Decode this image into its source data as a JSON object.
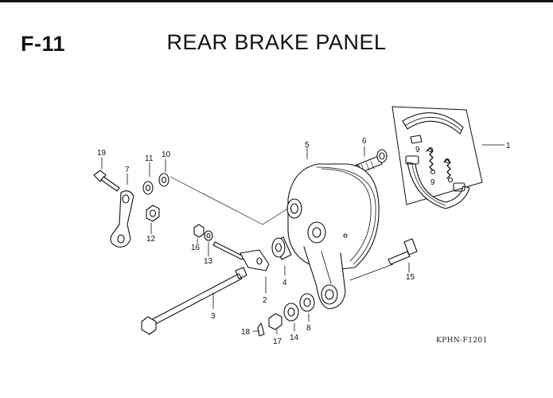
{
  "header": {
    "section_code": "F-11",
    "title": "REAR BRAKE PANEL"
  },
  "footer": {
    "reference_code": "KPHN-F1201"
  },
  "callouts": [
    {
      "id": "c1",
      "label": "1"
    },
    {
      "id": "c2",
      "label": "2"
    },
    {
      "id": "c3",
      "label": "3"
    },
    {
      "id": "c4",
      "label": "4"
    },
    {
      "id": "c5",
      "label": "5"
    },
    {
      "id": "c6",
      "label": "6"
    },
    {
      "id": "c7",
      "label": "7"
    },
    {
      "id": "c8",
      "label": "8"
    },
    {
      "id": "c9a",
      "label": "9"
    },
    {
      "id": "c9b",
      "label": "9"
    },
    {
      "id": "c10",
      "label": "10"
    },
    {
      "id": "c11",
      "label": "11"
    },
    {
      "id": "c12",
      "label": "12"
    },
    {
      "id": "c13",
      "label": "13"
    },
    {
      "id": "c14",
      "label": "14"
    },
    {
      "id": "c15",
      "label": "15"
    },
    {
      "id": "c16",
      "label": "16"
    },
    {
      "id": "c17",
      "label": "17"
    },
    {
      "id": "c18",
      "label": "18"
    },
    {
      "id": "c19",
      "label": "19"
    }
  ]
}
